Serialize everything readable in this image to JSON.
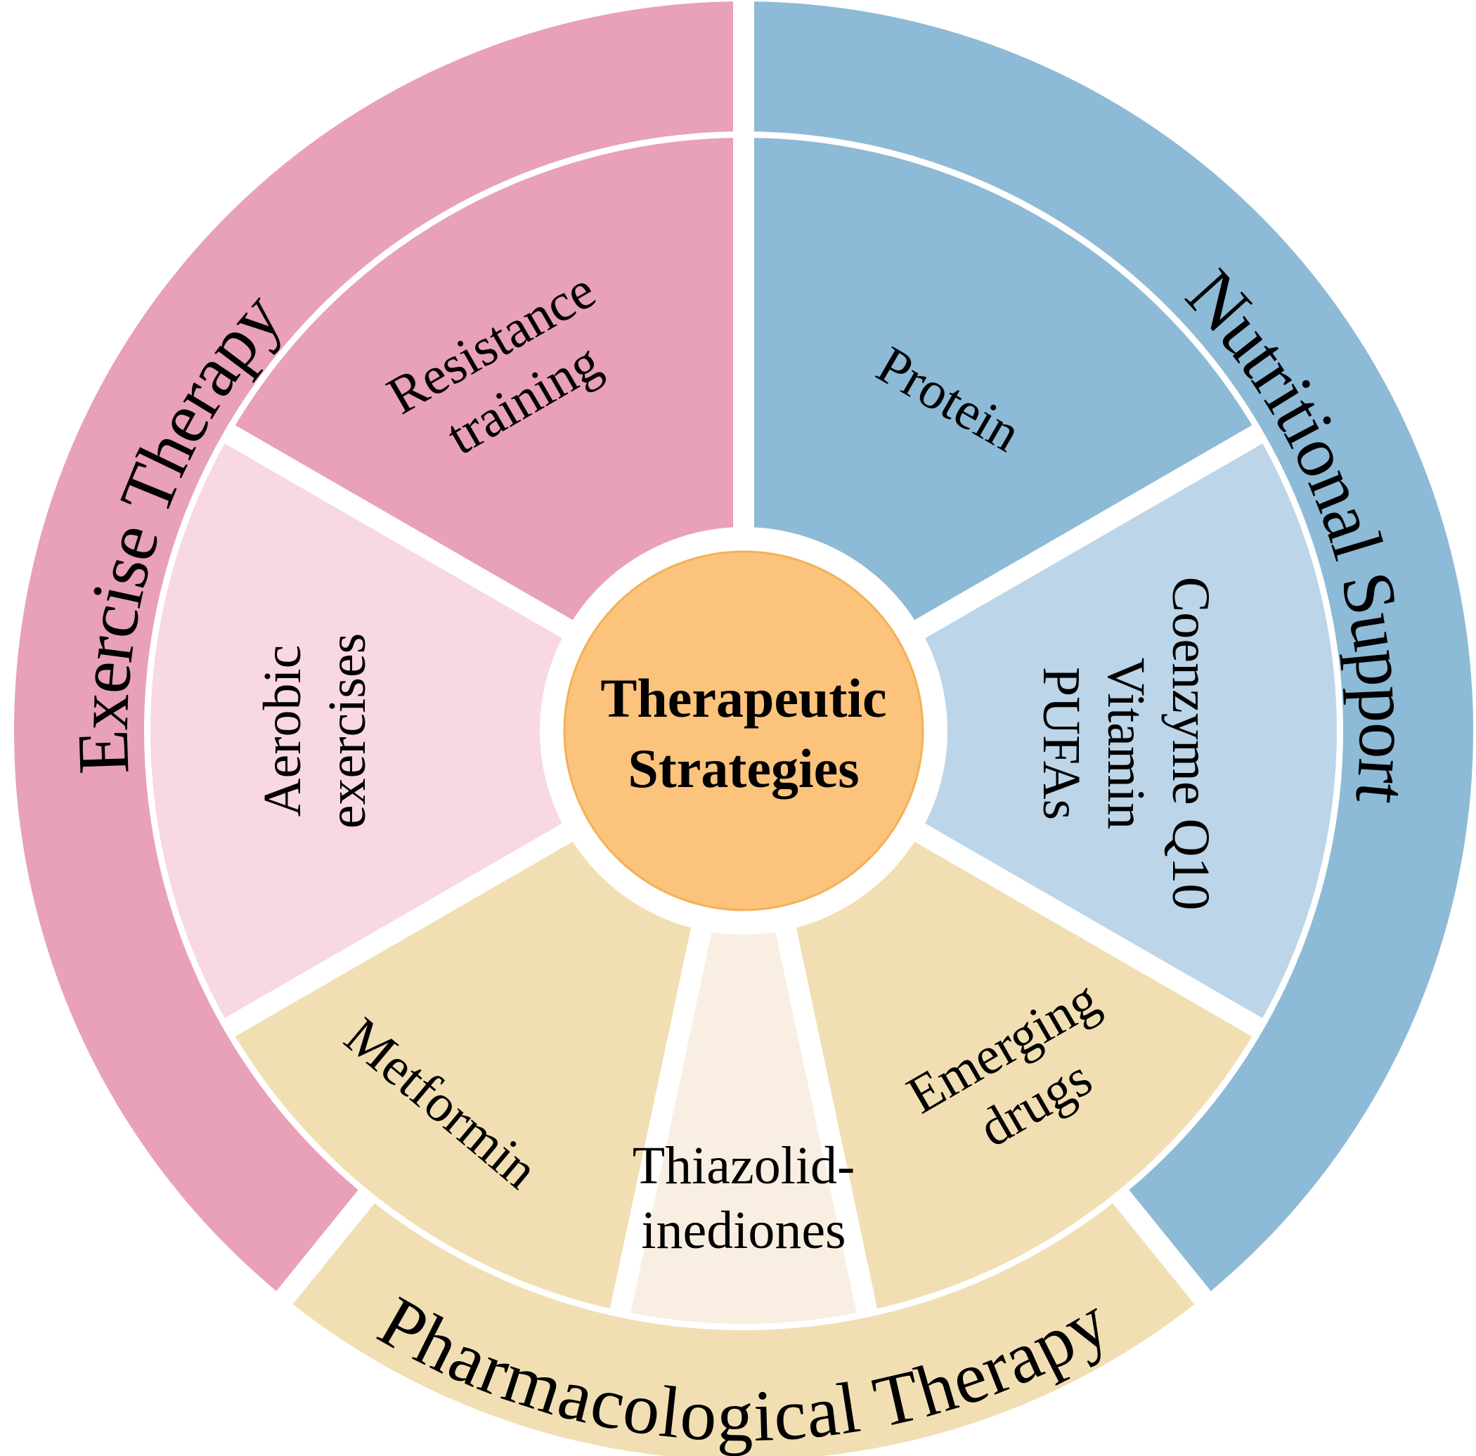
{
  "center": {
    "lines": [
      "Therapeutic",
      "Strategies"
    ],
    "color": "#FBC37C"
  },
  "categories": [
    {
      "id": "exercise",
      "label": "Exercise Therapy",
      "color": "#E8A1B7"
    },
    {
      "id": "nutrition",
      "label": "Nutritional Support",
      "color": "#8DBAD6"
    },
    {
      "id": "pharma",
      "label": "Pharmacological Therapy",
      "color": "#F1DFB3"
    }
  ],
  "segments": [
    {
      "id": "resistance",
      "lines": [
        "Resistance",
        "training"
      ],
      "color": "#E8A1B7"
    },
    {
      "id": "protein",
      "lines": [
        "Protein"
      ],
      "color": "#8DBAD6"
    },
    {
      "id": "supplements",
      "lines": [
        "Coenzyme Q10",
        "Vitamin",
        "PUFAs"
      ],
      "color": "#BCD5E8"
    },
    {
      "id": "emerging",
      "lines": [
        "Emerging",
        "drugs"
      ],
      "color": "#F1DFB3"
    },
    {
      "id": "thiazolid",
      "lines": [
        "Thiazolid-",
        "inediones"
      ],
      "color": "#F8EFE2"
    },
    {
      "id": "metformin",
      "lines": [
        "Metformin"
      ],
      "color": "#F1DFB3"
    },
    {
      "id": "aerobic",
      "lines": [
        "Aerobic",
        "exercises"
      ],
      "color": "#F8D8E3"
    }
  ]
}
